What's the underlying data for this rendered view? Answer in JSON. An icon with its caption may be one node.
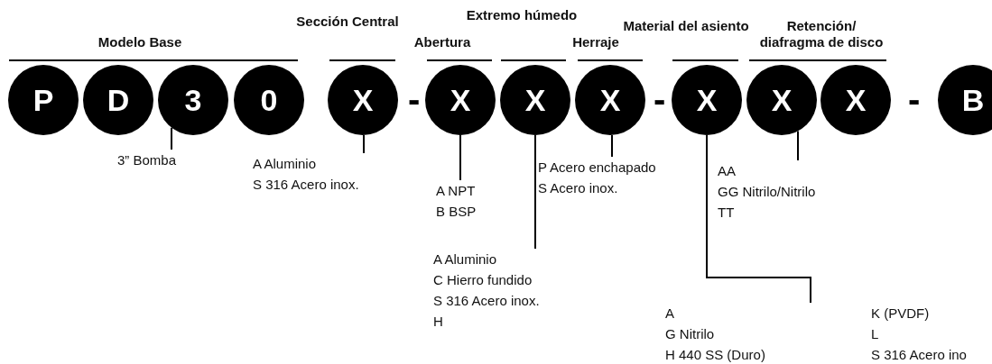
{
  "diagram": {
    "nodes": [
      {
        "text": [
          "P"
        ]
      },
      {
        "text": [
          "D"
        ]
      },
      {
        "text": [
          "3"
        ]
      },
      {
        "text": [
          "0"
        ]
      },
      {
        "text": [
          "X"
        ]
      },
      {
        "text": [
          "X"
        ]
      },
      {
        "text": [
          "X"
        ]
      },
      {
        "text": [
          "X"
        ]
      },
      {
        "text": [
          "X"
        ]
      },
      {
        "text": [
          "X"
        ]
      },
      {
        "text": [
          "X"
        ]
      },
      {
        "text": [
          "B"
        ]
      },
      {
        "text": [
          "3” Bomba"
        ]
      },
      {
        "text": [
          "A Aluminio",
          "S 316 Acero inox."
        ]
      },
      {
        "text": [
          "A NPT",
          "B BSP"
        ]
      },
      {
        "text": [
          "A Aluminio",
          "C Hierro fundido",
          "S 316 Acero inox.",
          "H"
        ]
      },
      {
        "text": [
          "P Acero enchapado",
          "S Acero inox."
        ]
      },
      {
        "text": [
          "A",
          "G Nitrilo",
          "H 440 SS (Duro)",
          "K (PVDF)",
          "L",
          "S 316 Acero ino"
        ]
      },
      {
        "text": [
          "AA",
          "GG Nitrilo/Nitrilo",
          "TT"
        ]
      }
    ],
    "edges": [
      {
        "from": 2,
        "to": 12,
        "arrow": "none"
      },
      {
        "from": 4,
        "to": 13,
        "arrow": "none"
      },
      {
        "from": 5,
        "to": 14,
        "arrow": "none"
      },
      {
        "from": 6,
        "to": 15,
        "arrow": "none"
      },
      {
        "from": 7,
        "to": 16,
        "arrow": "none"
      },
      {
        "from": 8,
        "to": 17,
        "arrow": "none"
      },
      {
        "from": 9,
        "to": 18,
        "arrow": "none"
      }
    ],
    "labels": [
      "Modelo Base",
      "Sección Central",
      "Abertura",
      "Extremo húmedo",
      "Herraje",
      "Material del asiento",
      "Retención/ diafragma de disco",
      "-",
      "-",
      "-"
    ]
  }
}
